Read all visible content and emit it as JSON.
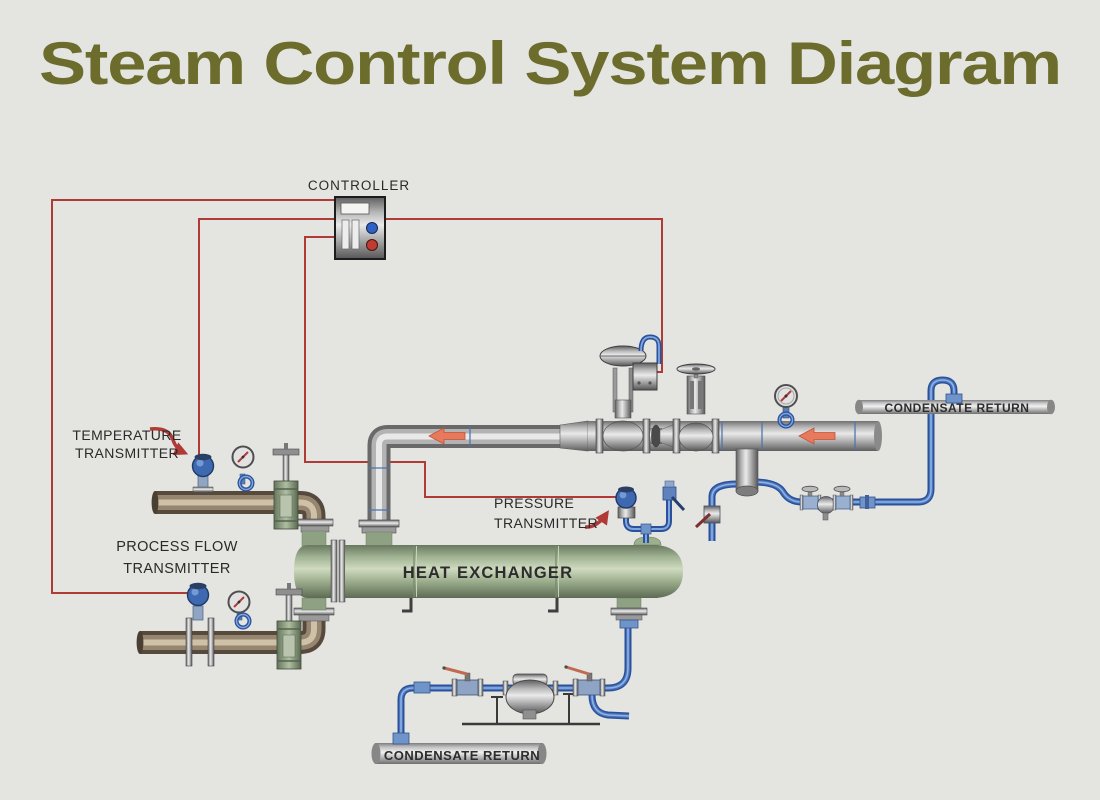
{
  "title": "Steam Control System Diagram",
  "colors": {
    "background": "#e4e4e1",
    "title_text": "#6c6c2c",
    "signal_line": "#b03a36",
    "label_text": "#2a2a2a",
    "flow_arrow": "#e8795a",
    "steam_pipe": "#9a9a9a",
    "process_pipe": "#97866f",
    "condensate_pipe": "#2b519b",
    "heat_exchanger_shell": "#9fb292",
    "controller_blue_button": "#2f62c4",
    "controller_red_button": "#c23b32"
  },
  "labels": {
    "controller": "CONTROLLER",
    "temperature_transmitter": {
      "line1": "TEMPERATURE",
      "line2": "TRANSMITTER"
    },
    "process_flow_transmitter": {
      "line1": "PROCESS FLOW",
      "line2": "TRANSMITTER"
    },
    "pressure_transmitter": {
      "line1": "PRESSURE",
      "line2": "TRANSMITTER"
    },
    "heat_exchanger": "HEAT EXCHANGER",
    "condensate_return_top": "CONDENSATE RETURN",
    "condensate_return_bottom": "CONDENSATE RETURN"
  }
}
